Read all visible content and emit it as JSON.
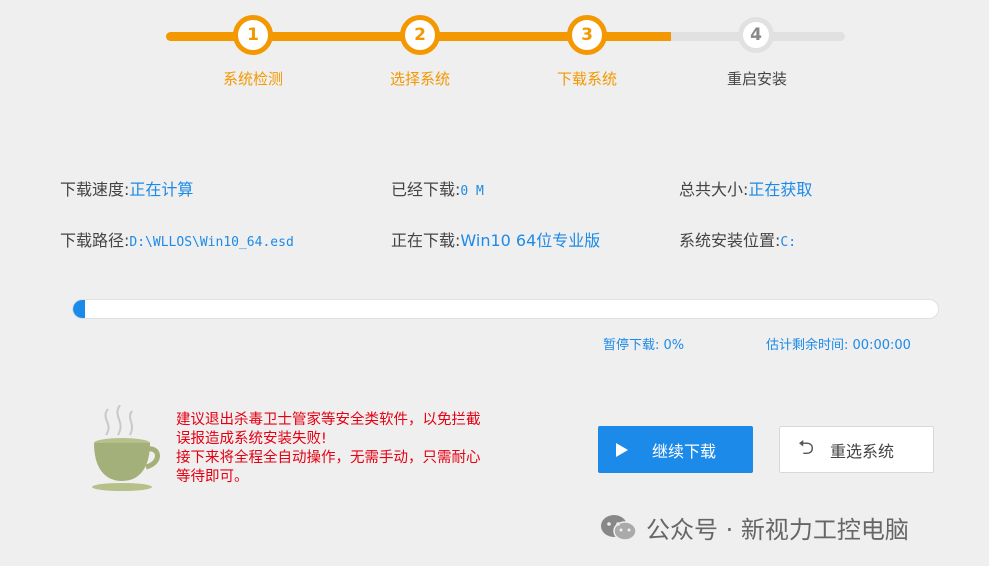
{
  "steps": [
    {
      "number": "1",
      "label": "系统检测",
      "state": "done"
    },
    {
      "number": "2",
      "label": "选择系统",
      "state": "done"
    },
    {
      "number": "3",
      "label": "下载系统",
      "state": "active"
    },
    {
      "number": "4",
      "label": "重启安装",
      "state": "pending"
    }
  ],
  "info": {
    "speed_label": "下载速度:",
    "speed_value": "正在计算",
    "downloaded_label": "已经下载:",
    "downloaded_value": "0 M",
    "total_label": "总共大小:",
    "total_value": "正在获取",
    "path_label": "下载路径:",
    "path_value": "D:\\WLLOS\\Win10_64.esd",
    "current_label": "正在下载:",
    "current_value": "Win10 64位专业版",
    "install_label": "系统安装位置:",
    "install_value": "C:"
  },
  "progress": {
    "percent": 0,
    "pause_label": "暂停下载:",
    "pause_value": "0%",
    "eta_label": "估计剩余时间:",
    "eta_value": "00:00:00"
  },
  "warning": {
    "line1": "建议退出杀毒卫士管家等安全类软件，以免拦截",
    "line2": "误报造成系统安装失败!",
    "line3": "接下来将全程全自动操作，无需手动，只需耐心",
    "line4": "等待即可。"
  },
  "buttons": {
    "continue_label": "继续下载",
    "reselect_label": "重选系统"
  },
  "watermark": {
    "text": "公众号 · 新视力工控电脑"
  },
  "colors": {
    "accent_orange": "#f39800",
    "accent_blue": "#1c8ae8",
    "warning_red": "#e60012"
  }
}
